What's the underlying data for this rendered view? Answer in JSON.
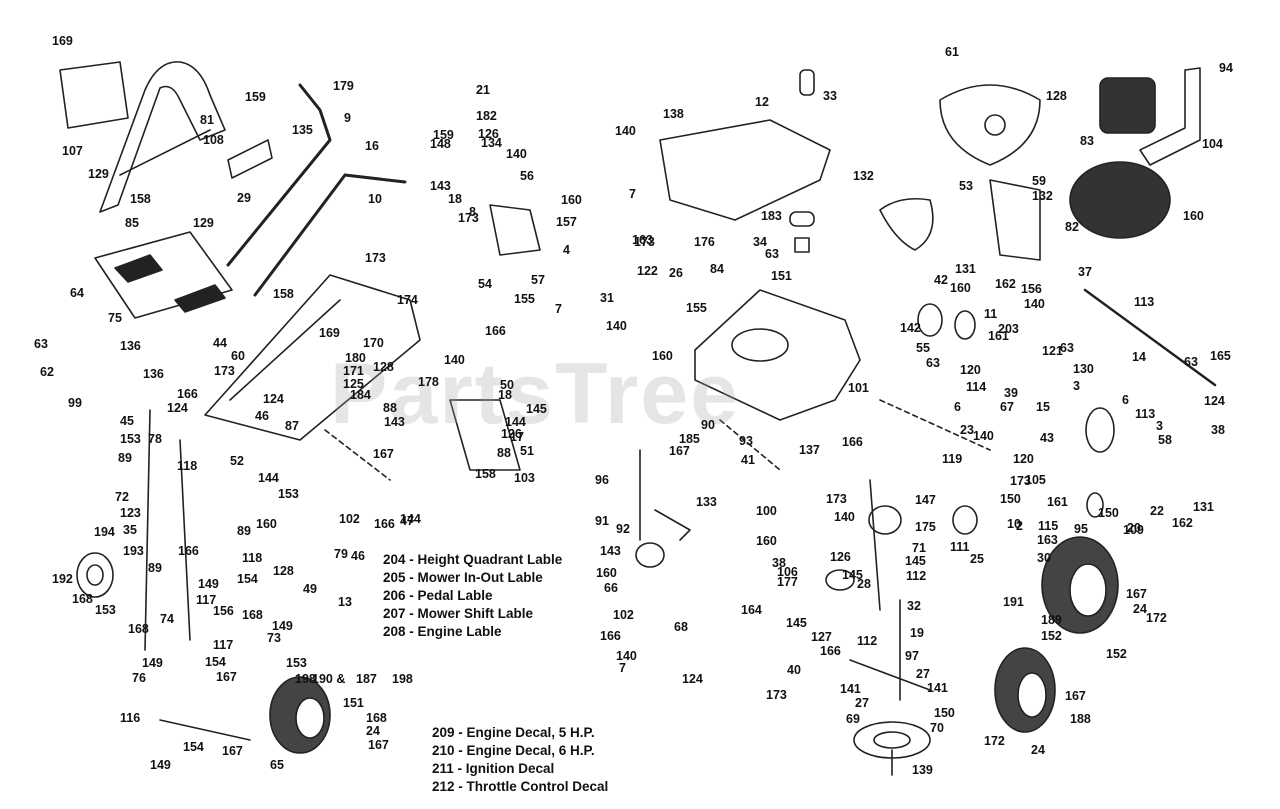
{
  "watermark": "PartsTree",
  "legend_a": [
    "204 - Height Quadrant Lable",
    "205 - Mower In-Out Lable",
    "206 - Pedal Lable",
    "207 - Mower Shift Lable",
    "208 - Engine Lable"
  ],
  "legend_b": [
    "209 - Engine Decal, 5 H.P.",
    "210 - Engine Decal, 6 H.P.",
    "211 - Ignition Decal",
    "212 - Throttle Control Decal"
  ],
  "callouts": [
    "169",
    "107",
    "129",
    "158",
    "85",
    "64",
    "81",
    "108",
    "159",
    "29",
    "135",
    "179",
    "9",
    "16",
    "10",
    "158",
    "129",
    "63",
    "62",
    "99",
    "75",
    "136",
    "136",
    "44",
    "173",
    "166",
    "124",
    "45",
    "78",
    "153",
    "89",
    "118",
    "52",
    "72",
    "123",
    "35",
    "193",
    "194",
    "192",
    "168",
    "153",
    "168",
    "89",
    "149",
    "117",
    "154",
    "74",
    "156",
    "168",
    "149",
    "117",
    "73",
    "154",
    "167",
    "76",
    "149",
    "153",
    "198",
    "190 &",
    "187",
    "198",
    "151",
    "168",
    "24",
    "167",
    "116",
    "154",
    "149",
    "167",
    "65",
    "60",
    "173",
    "174",
    "169",
    "170",
    "180",
    "171",
    "125",
    "124",
    "184",
    "46",
    "87",
    "88",
    "143",
    "128",
    "140",
    "178",
    "167",
    "144",
    "153",
    "160",
    "89",
    "118",
    "166",
    "47",
    "102",
    "79",
    "46",
    "128",
    "49",
    "166",
    "144",
    "13",
    "21",
    "182",
    "126",
    "159",
    "148",
    "134",
    "140",
    "143",
    "18",
    "8",
    "56",
    "173",
    "160",
    "155",
    "57",
    "157",
    "4",
    "7",
    "173",
    "54",
    "166",
    "50",
    "18",
    "145",
    "144",
    "126",
    "17",
    "51",
    "88",
    "158",
    "103",
    "138",
    "140",
    "7",
    "163",
    "176",
    "12",
    "33",
    "183",
    "34",
    "63",
    "151",
    "122",
    "26",
    "31",
    "140",
    "155",
    "84",
    "160",
    "90",
    "101",
    "167",
    "185",
    "133",
    "96",
    "91",
    "92",
    "143",
    "160",
    "66",
    "102",
    "166",
    "68",
    "140",
    "7",
    "124",
    "93",
    "41",
    "137",
    "166",
    "173",
    "100",
    "160",
    "38",
    "106",
    "177",
    "164",
    "145",
    "127",
    "166",
    "40",
    "173",
    "140",
    "126",
    "145",
    "175",
    "145",
    "112",
    "28",
    "71",
    "32",
    "19",
    "112",
    "97",
    "27",
    "141",
    "141",
    "27",
    "150",
    "69",
    "70",
    "139",
    "61",
    "128",
    "94",
    "83",
    "104",
    "132",
    "53",
    "59",
    "132",
    "82",
    "160",
    "37",
    "42",
    "160",
    "131",
    "162",
    "142",
    "156",
    "140",
    "11",
    "113",
    "203",
    "55",
    "63",
    "63",
    "14",
    "63",
    "165",
    "121",
    "130",
    "114",
    "3",
    "161",
    "39",
    "15",
    "124",
    "6",
    "120",
    "140",
    "67",
    "43",
    "23",
    "6",
    "113",
    "3",
    "58",
    "38",
    "119",
    "120",
    "105",
    "161",
    "22",
    "162",
    "131",
    "173",
    "150",
    "109",
    "147",
    "10",
    "2",
    "111",
    "95",
    "150",
    "20",
    "25",
    "115",
    "163",
    "30",
    "191",
    "189",
    "152",
    "167",
    "24",
    "172",
    "152",
    "167",
    "188",
    "172",
    "24"
  ]
}
